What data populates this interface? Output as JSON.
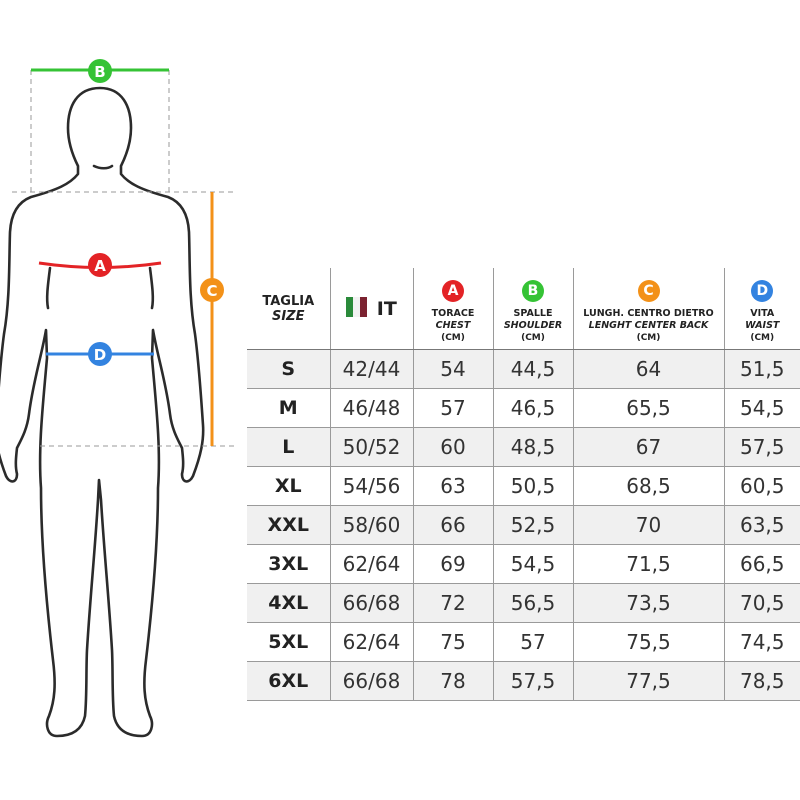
{
  "colors": {
    "A": "#e32326",
    "B": "#35c335",
    "C": "#f39118",
    "D": "#3383e0",
    "flag_green": "#2a8a3a",
    "flag_white": "#f2f2f2",
    "flag_red": "#7b2230"
  },
  "figure": {
    "badges": {
      "a": "A",
      "b": "B",
      "c": "C",
      "d": "D"
    }
  },
  "table": {
    "size_header": {
      "line1": "TAGLIA",
      "line2": "SIZE"
    },
    "it_header": {
      "flag_icon": "italy-flag-icon",
      "label": "IT"
    },
    "columns": [
      {
        "letter": "A",
        "color_key": "A",
        "line1": "TORACE",
        "line2": "CHEST",
        "line3": "(CM)"
      },
      {
        "letter": "B",
        "color_key": "B",
        "line1": "SPALLE",
        "line2": "SHOULDER",
        "line3": "(CM)"
      },
      {
        "letter": "C",
        "color_key": "C",
        "line1": "LUNGH. CENTRO DIETRO",
        "line2": "LENGHT CENTER BACK",
        "line3": "(CM)"
      },
      {
        "letter": "D",
        "color_key": "D",
        "line1": "VITA",
        "line2": "WAIST",
        "line3": "(CM)"
      }
    ],
    "rows": [
      {
        "size": "S",
        "it": "42/44",
        "chest": "54",
        "shoulder": "44,5",
        "length": "64",
        "waist": "51,5"
      },
      {
        "size": "M",
        "it": "46/48",
        "chest": "57",
        "shoulder": "46,5",
        "length": "65,5",
        "waist": "54,5"
      },
      {
        "size": "L",
        "it": "50/52",
        "chest": "60",
        "shoulder": "48,5",
        "length": "67",
        "waist": "57,5"
      },
      {
        "size": "XL",
        "it": "54/56",
        "chest": "63",
        "shoulder": "50,5",
        "length": "68,5",
        "waist": "60,5"
      },
      {
        "size": "XXL",
        "it": "58/60",
        "chest": "66",
        "shoulder": "52,5",
        "length": "70",
        "waist": "63,5"
      },
      {
        "size": "3XL",
        "it": "62/64",
        "chest": "69",
        "shoulder": "54,5",
        "length": "71,5",
        "waist": "66,5"
      },
      {
        "size": "4XL",
        "it": "66/68",
        "chest": "72",
        "shoulder": "56,5",
        "length": "73,5",
        "waist": "70,5"
      },
      {
        "size": "5XL",
        "it": "62/64",
        "chest": "75",
        "shoulder": "57",
        "length": "75,5",
        "waist": "74,5"
      },
      {
        "size": "6XL",
        "it": "66/68",
        "chest": "78",
        "shoulder": "57,5",
        "length": "77,5",
        "waist": "78,5"
      }
    ]
  }
}
